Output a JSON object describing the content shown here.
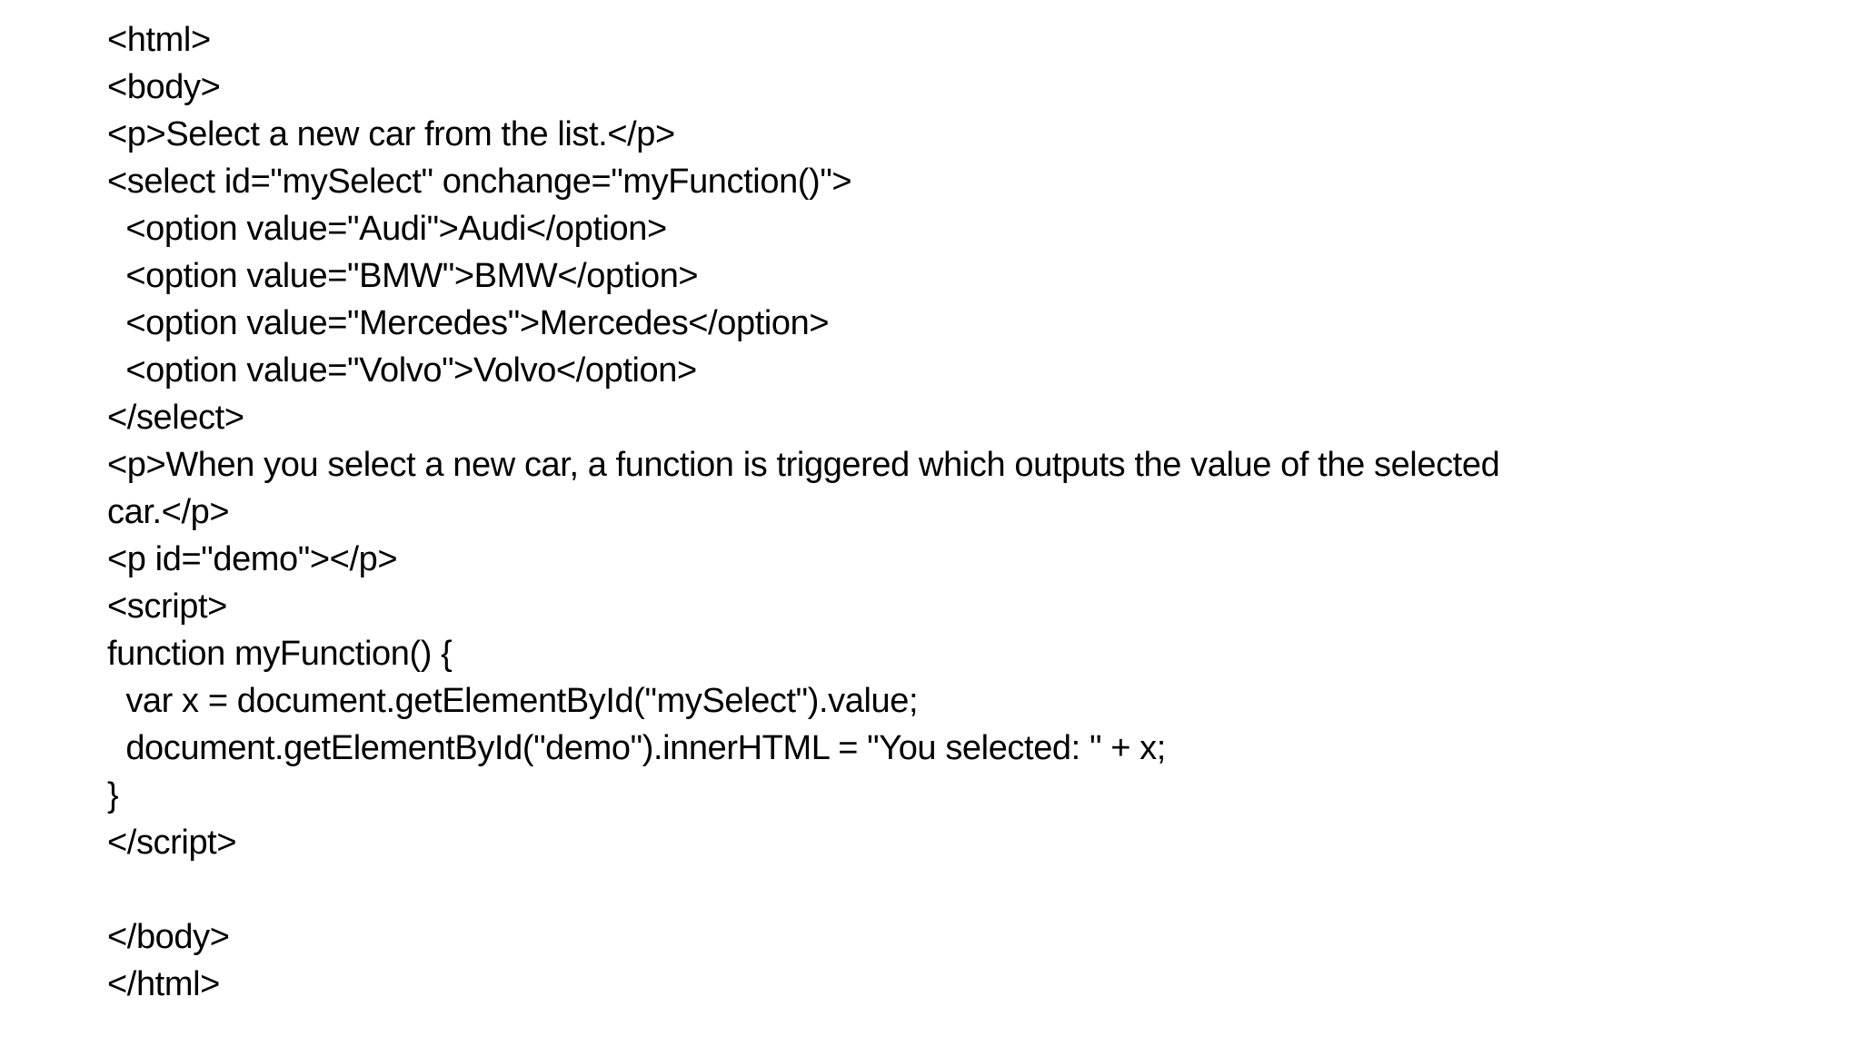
{
  "page": {
    "background_color": "#ffffff",
    "text_color": "#000000"
  },
  "code": {
    "lines": [
      "<html>",
      "<body>",
      "<p>Select a new car from the list.</p>",
      "<select id=\"mySelect\" onchange=\"myFunction()\">",
      "  <option value=\"Audi\">Audi</option>",
      "  <option value=\"BMW\">BMW</option>",
      "  <option value=\"Mercedes\">Mercedes</option>",
      "  <option value=\"Volvo\">Volvo</option>",
      "</select>",
      "<p>When you select a new car, a function is triggered which outputs the value of the selected",
      "car.</p>",
      "<p id=\"demo\"></p>",
      "<script>",
      "function myFunction() {",
      "  var x = document.getElementById(\"mySelect\").value;",
      "  document.getElementById(\"demo\").innerHTML = \"You selected: \" + x;",
      "}",
      "</script>",
      "",
      "</body>",
      "</html>"
    ]
  }
}
